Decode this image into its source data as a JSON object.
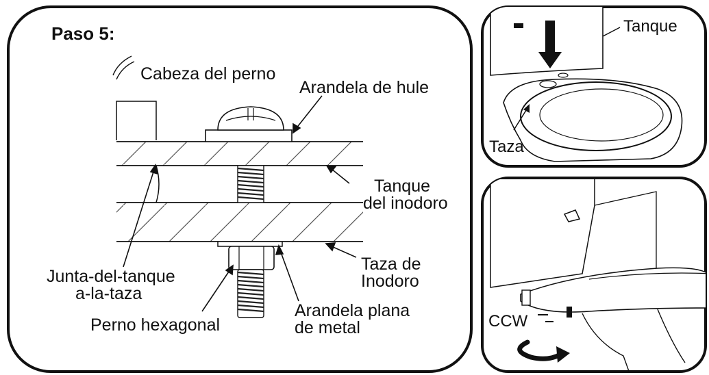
{
  "main_panel": {
    "title": "Paso 5:",
    "labels": {
      "bolt_head": "Cabeza del perno",
      "rubber_washer": "Arandela de hule",
      "tank_line1": "Tanque",
      "tank_line2": "del inodoro",
      "bowl_line1": "Taza de",
      "bowl_line2": "Inodoro",
      "gasket_line1": "Junta-del-tanque",
      "gasket_line2": "a-la-taza",
      "hex_bolt": "Perno hexagonal",
      "flat_washer_line1": "Arandela plana",
      "flat_washer_line2": "de metal"
    }
  },
  "top_right_panel": {
    "tank_label": "Tanque",
    "bowl_label": "Taza"
  },
  "bottom_right_panel": {
    "rotation_label": "CCW"
  },
  "colors": {
    "line": "#111111",
    "background": "#ffffff"
  }
}
